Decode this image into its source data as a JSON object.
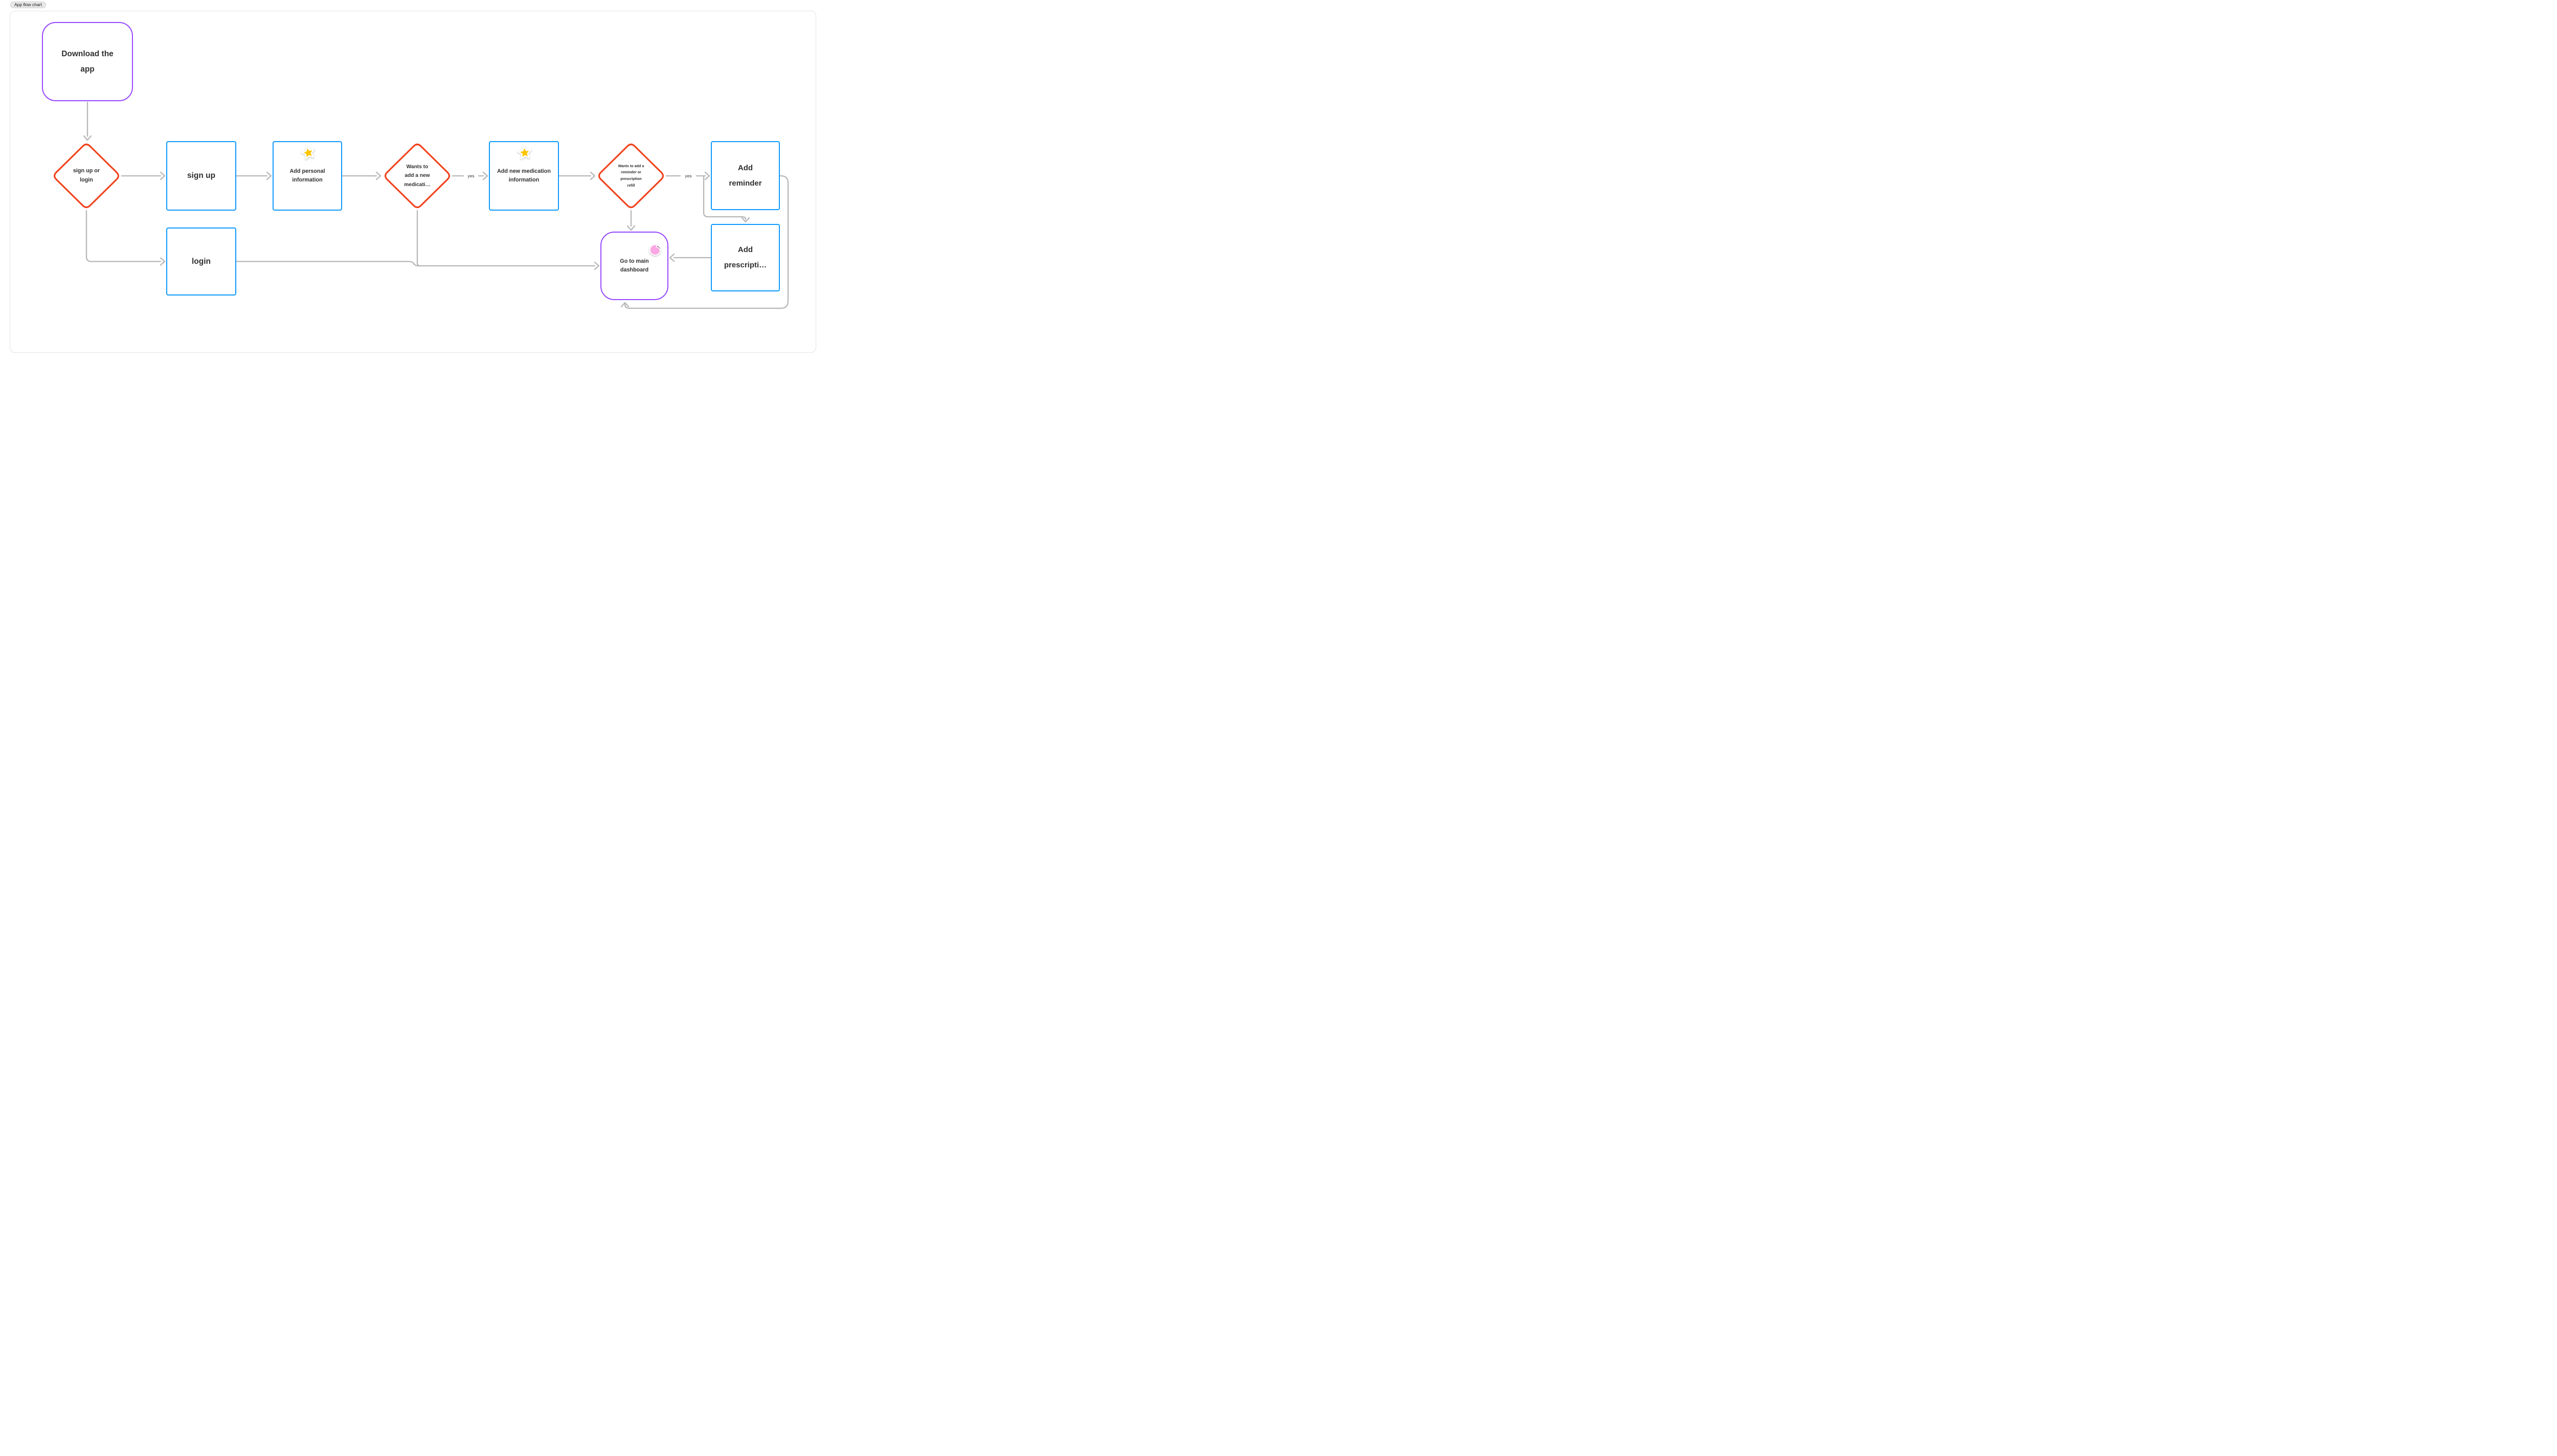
{
  "board": {
    "tag_label": "App flow chart"
  },
  "nodes": {
    "download": {
      "label": "Download the\napp",
      "shape": "rounded-terminator",
      "border_color": "#9747FF"
    },
    "sign_up_or_login": {
      "label": "sign up or\nlogin",
      "shape": "decision-diamond",
      "border_color": "#F0431C"
    },
    "sign_up": {
      "label": "sign up",
      "shape": "process",
      "border_color": "#0D99FF"
    },
    "add_personal": {
      "label": "Add personal\ninformation",
      "shape": "process",
      "border_color": "#0D99FF",
      "sticker": "star"
    },
    "wants_medication": {
      "label": "Wants to\nadd a new\nmedicati…",
      "shape": "decision-diamond",
      "border_color": "#F0431C"
    },
    "add_medication": {
      "label": "Add new medication\ninformation",
      "shape": "process",
      "border_color": "#0D99FF",
      "sticker": "star"
    },
    "wants_reminder": {
      "label": "Wants to add a\nreminder or\nprescription\nrefill",
      "shape": "decision-diamond",
      "border_color": "#F0431C"
    },
    "add_reminder": {
      "label": "Add\nreminder",
      "shape": "process",
      "border_color": "#0D99FF"
    },
    "add_prescription": {
      "label": "Add\nprescripti…",
      "shape": "process",
      "border_color": "#0D99FF"
    },
    "login": {
      "label": "login",
      "shape": "process",
      "border_color": "#0D99FF"
    },
    "dashboard": {
      "label": "Go to main\ndashboard",
      "shape": "rounded-terminator",
      "border_color": "#9747FF",
      "sticker": "peeled-circle"
    }
  },
  "edge_labels": {
    "wants_medication_yes": "yes",
    "wants_reminder_yes": "yes"
  },
  "colors": {
    "terminator_purple": "#9747FF",
    "process_blue": "#0D99FF",
    "decision_red": "#F0431C",
    "connector_gray": "#B7B7B7",
    "node_text": "#303030",
    "canvas_border": "#E3E3E3",
    "tag_background": "#E8E8E8",
    "star_yellow": "#FFC400",
    "sticker_pink": "#FAA7E3",
    "sticker_fold_mauve": "#8E6880"
  }
}
